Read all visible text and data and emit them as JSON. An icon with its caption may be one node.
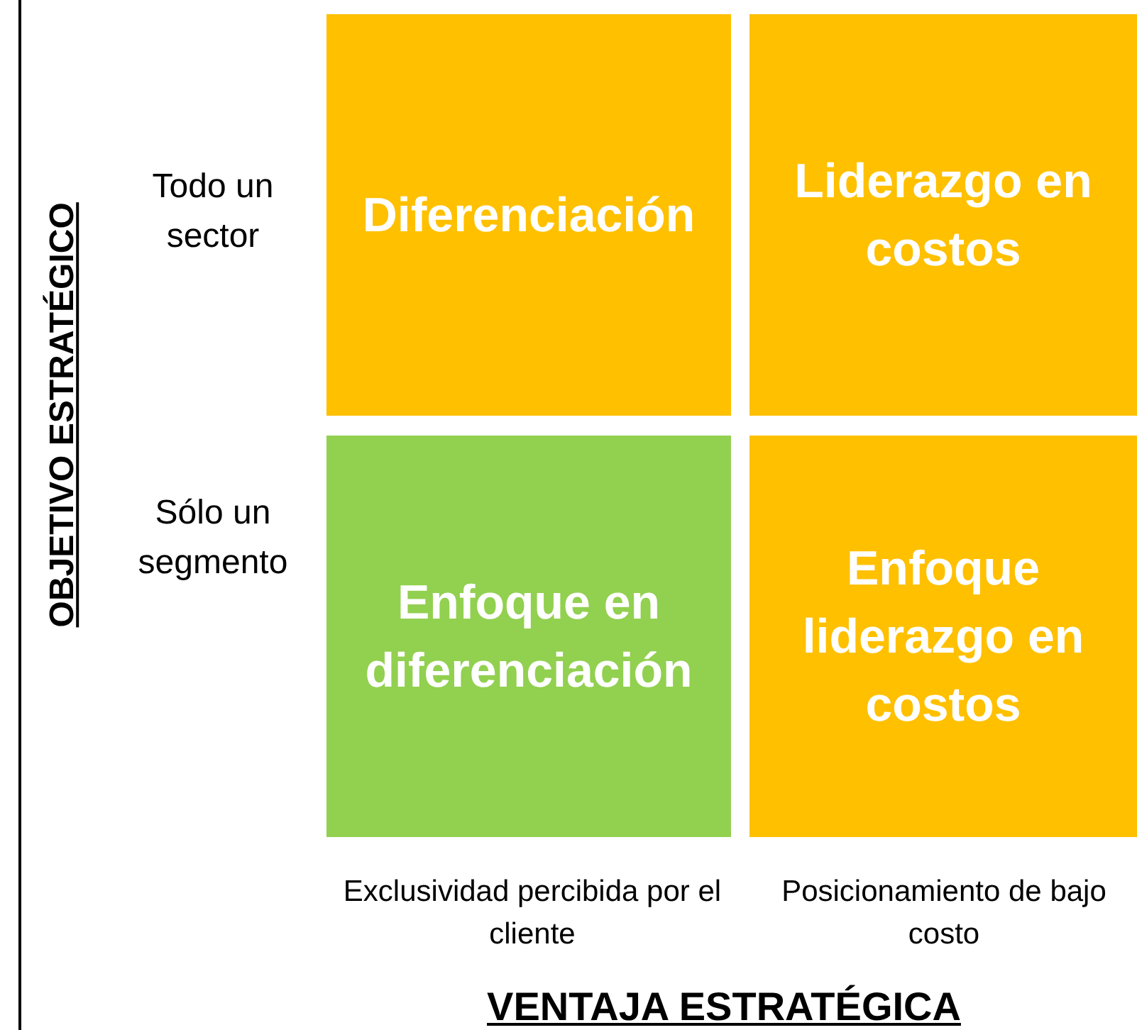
{
  "diagram": {
    "nodes": [
      {
        "text": [
          "Diferenciación"
        ]
      },
      {
        "text": [
          "Liderazgo en costos"
        ]
      },
      {
        "text": [
          "Enfoque en diferenciación"
        ]
      },
      {
        "text": [
          "Enfoque liderazgo en costos"
        ]
      }
    ],
    "labels": [
      "OBJETIVO ESTRATÉGICO",
      "Todo un sector",
      "Sólo un segmento",
      "Exclusividad percibida por el cliente",
      "Posicionamiento de bajo costo",
      "VENTAJA ESTRATÉGICA"
    ]
  }
}
